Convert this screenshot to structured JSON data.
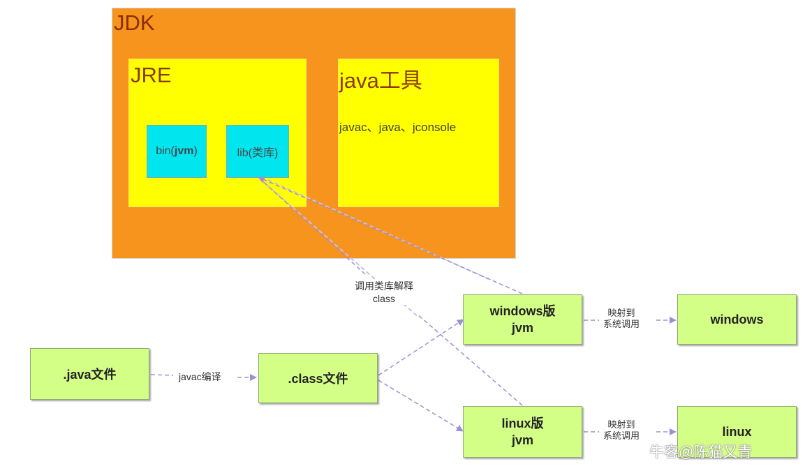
{
  "jdk": {
    "title": "JDK"
  },
  "jre": {
    "title": "JRE",
    "bin": "bin(jvm)",
    "lib": "lib(类库)"
  },
  "tools": {
    "title": "java工具",
    "list": "javac、java、jconsole"
  },
  "nodes": {
    "java_file": ".java文件",
    "class_file": ".class文件",
    "windows_jvm": [
      "windows版",
      "jvm"
    ],
    "linux_jvm": [
      "linux版",
      "jvm"
    ],
    "windows_os": "windows",
    "linux_os": "linux"
  },
  "edges": {
    "javac_compile": "javac编译",
    "call_lib": [
      "调用类库解释",
      "class"
    ],
    "map_win": [
      "映射到",
      "系统调用"
    ],
    "map_linux": [
      "映射到",
      "系统调用"
    ]
  },
  "watermark": "牛客@陈猫又青",
  "colors": {
    "jdk": "#f7941d",
    "jre": "#ffff00",
    "cyan": "#00e5ee",
    "node_green": "#d4ff86",
    "arrow": "#9b8fd6"
  }
}
